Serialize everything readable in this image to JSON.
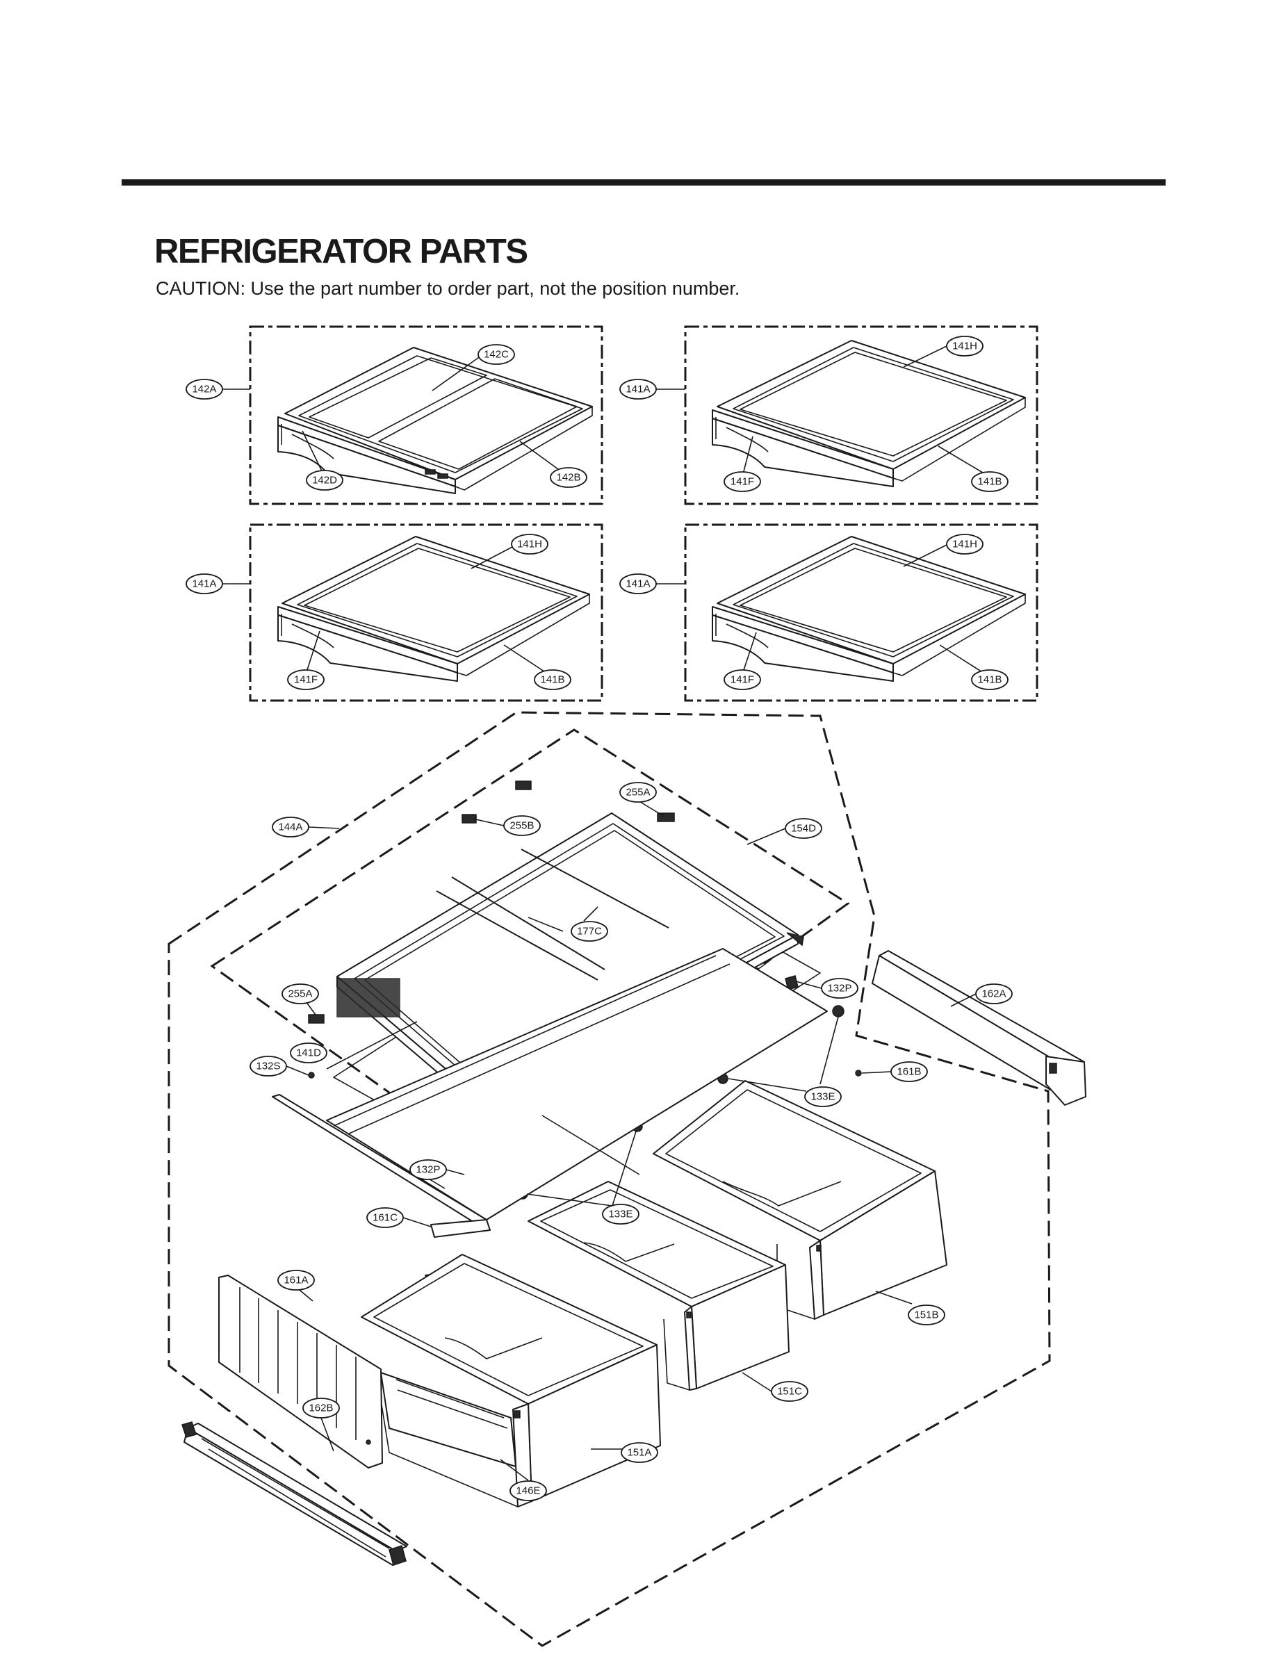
{
  "header": {
    "title": "REFRIGERATOR PARTS",
    "caution": "CAUTION: Use the part number to order part, not the position number."
  },
  "callouts": {
    "box1": {
      "shelf": "142A",
      "glass_front": "142C",
      "frame": "142D",
      "glass_rear": "142B"
    },
    "box2": {
      "shelf": "141A",
      "trim": "141H",
      "frame": "141F",
      "glass": "141B"
    },
    "box3": {
      "shelf": "141A",
      "trim": "141H",
      "frame": "141F",
      "glass": "141B"
    },
    "box4": {
      "shelf": "141A",
      "trim": "141H",
      "frame": "141F",
      "glass": "141B"
    },
    "drawer_assembly": {
      "assembly": "144A",
      "bracket_right": "255A",
      "bracket_left": "255B",
      "cover_frame": "154D",
      "glass_rods": "177C",
      "bracket_side": "255A",
      "clip_right": "132P",
      "rail_right": "162A",
      "panel_glass": "141D",
      "screw": "132S",
      "support_right": "161B",
      "roller_right": "133E",
      "clip_left": "132P",
      "support_center": "161C",
      "roller_center": "133E",
      "cover_left": "161A",
      "drawer_right": "151B",
      "drawer_center": "151C",
      "rail_left": "162B",
      "drawer_left": "151A",
      "tray": "146E"
    }
  }
}
